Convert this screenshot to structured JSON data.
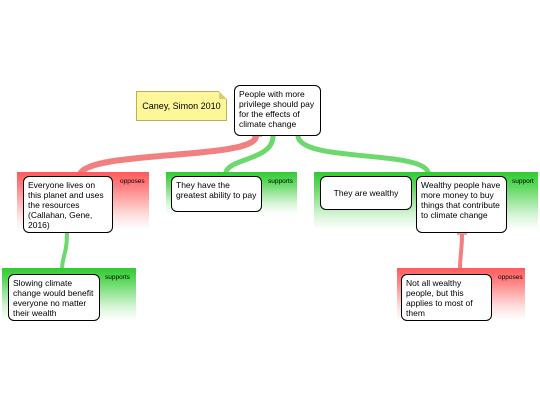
{
  "note": {
    "text": "Caney, Simon 2010"
  },
  "main_claim": {
    "text": "People with more privilege should pay for the effects of climate change"
  },
  "reasons": [
    {
      "text": "Everyone lives on this planet and uses the resources (Callahan, Gene, 2016)",
      "tag": "opposes",
      "color": "#ff5b5b"
    },
    {
      "text": "They have the greatest ability to pay",
      "tag": "supports",
      "color": "#2ecc2e"
    },
    {
      "text": "They are wealthy",
      "tag": "support",
      "color": "#2ecc2e"
    },
    {
      "text": "Wealthy people have more money to buy things that contribute to climate change",
      "tag": "",
      "color": "#2ecc2e"
    }
  ],
  "sub_reasons": [
    {
      "text": "Slowing climate change would benefit everyone no matter their wealth",
      "tag": "supports",
      "color": "#2ecc2e"
    },
    {
      "text": "Not all wealthy people, but this applies to most of them",
      "tag": "opposes",
      "color": "#ff5b5b"
    }
  ]
}
